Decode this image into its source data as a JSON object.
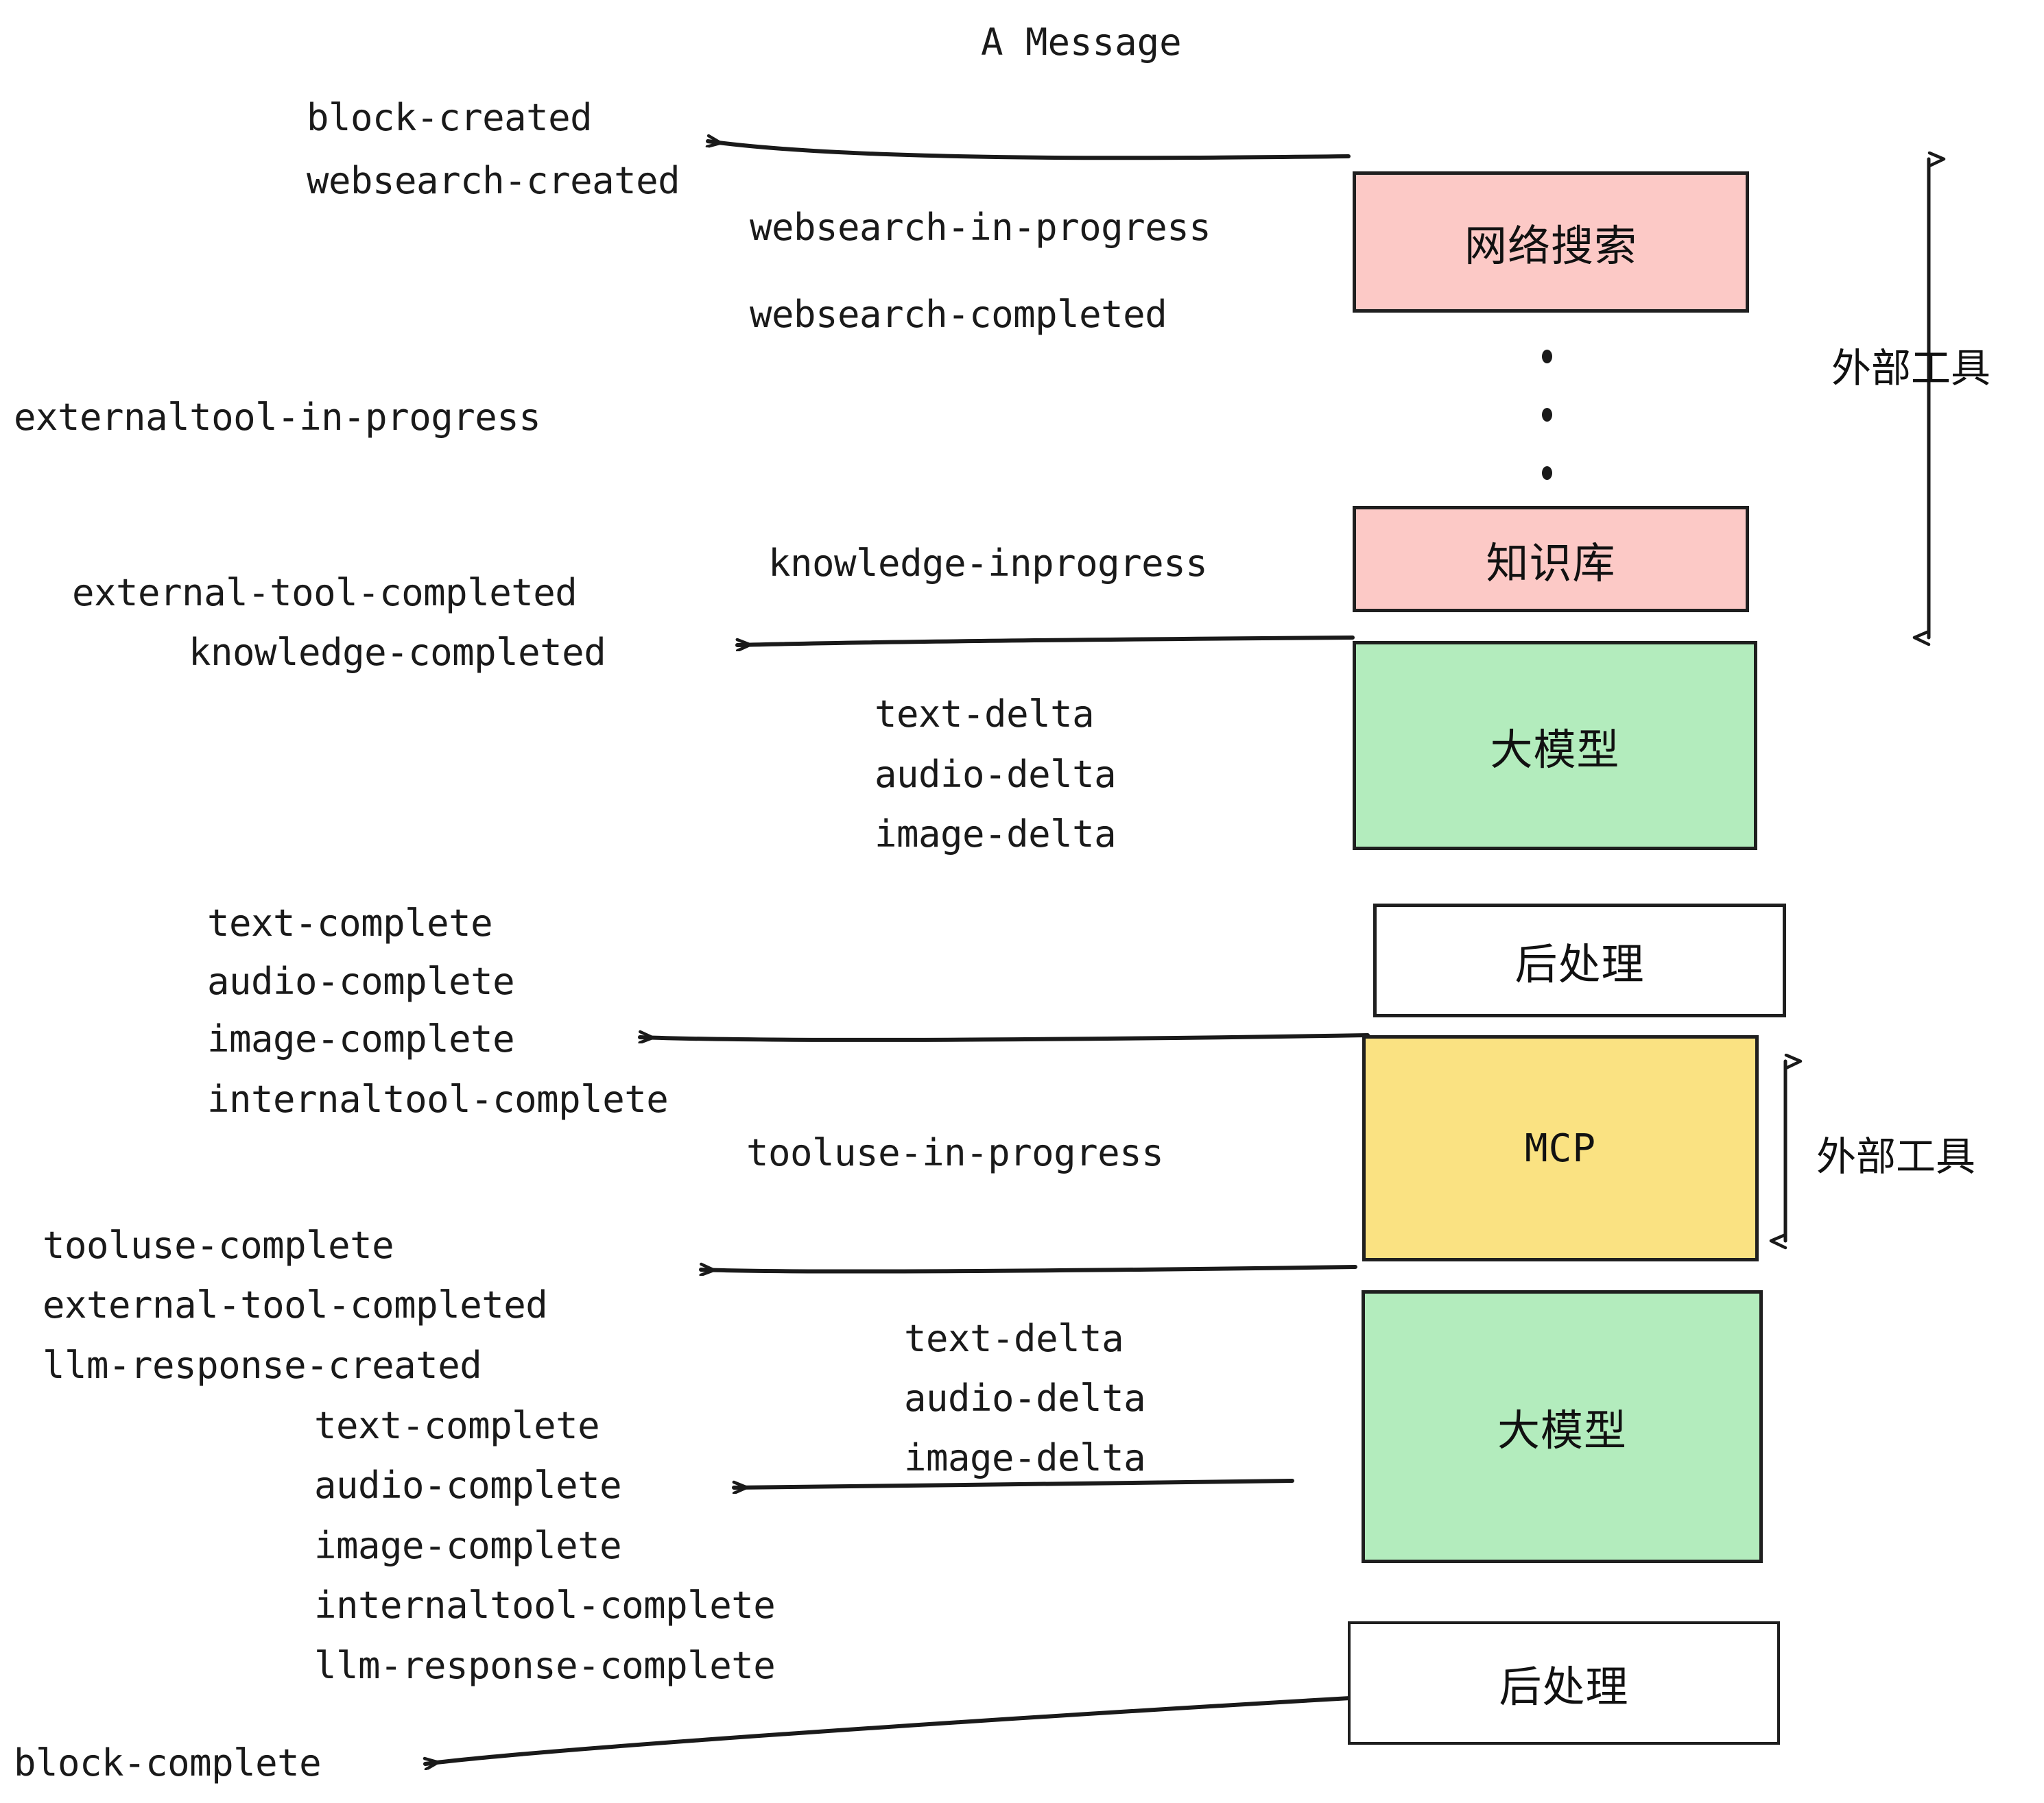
{
  "title": "A Message",
  "colors": {
    "tool_pink": "#fcc9c6",
    "llm_green": "#b3ecbd",
    "mcp_yellow": "#fae282",
    "plain_white": "#ffffff",
    "stroke": "#1f1f1f"
  },
  "nodes": [
    {
      "id": "websearch",
      "label": "网络搜索",
      "fill": "#fcc9c6"
    },
    {
      "id": "knowledge",
      "label": "知识库",
      "fill": "#fcc9c6"
    },
    {
      "id": "llm-top",
      "label": "大模型",
      "fill": "#b3ecbd"
    },
    {
      "id": "postprocess-top",
      "label": "后处理",
      "fill": "#ffffff"
    },
    {
      "id": "mcp",
      "label": "MCP",
      "fill": "#fae282"
    },
    {
      "id": "llm-bottom",
      "label": "大模型",
      "fill": "#b3ecbd"
    },
    {
      "id": "postprocess-bottom",
      "label": "后处理",
      "fill": "#ffffff"
    }
  ],
  "side_labels": [
    {
      "id": "external-tools-top",
      "label": "外部工具"
    },
    {
      "id": "external-tools-bottom",
      "label": "外部工具"
    }
  ],
  "events": [
    {
      "id": "block-created",
      "text": "block-created"
    },
    {
      "id": "websearch-created",
      "text": "websearch-created"
    },
    {
      "id": "websearch-in-progress",
      "text": "websearch-in-progress"
    },
    {
      "id": "websearch-completed",
      "text": "websearch-completed"
    },
    {
      "id": "externaltool-in-progress",
      "text": "externaltool-in-progress"
    },
    {
      "id": "knowledge-inprogress",
      "text": "knowledge-inprogress"
    },
    {
      "id": "external-tool-completed-1",
      "text": "external-tool-completed"
    },
    {
      "id": "knowledge-completed",
      "text": "knowledge-completed"
    },
    {
      "id": "text-delta-1",
      "text": "text-delta"
    },
    {
      "id": "audio-delta-1",
      "text": "audio-delta"
    },
    {
      "id": "image-delta-1",
      "text": "image-delta"
    },
    {
      "id": "text-complete-1",
      "text": "text-complete"
    },
    {
      "id": "audio-complete-1",
      "text": "audio-complete"
    },
    {
      "id": "image-complete-1",
      "text": "image-complete"
    },
    {
      "id": "internaltool-complete-1",
      "text": "internaltool-complete"
    },
    {
      "id": "tooluse-in-progress",
      "text": "tooluse-in-progress"
    },
    {
      "id": "tooluse-complete",
      "text": "tooluse-complete"
    },
    {
      "id": "external-tool-completed-2",
      "text": "external-tool-completed"
    },
    {
      "id": "llm-response-created",
      "text": "llm-response-created"
    },
    {
      "id": "text-delta-2",
      "text": "text-delta"
    },
    {
      "id": "audio-delta-2",
      "text": "audio-delta"
    },
    {
      "id": "image-delta-2",
      "text": "image-delta"
    },
    {
      "id": "text-complete-2",
      "text": "text-complete"
    },
    {
      "id": "audio-complete-2",
      "text": "audio-complete"
    },
    {
      "id": "image-complete-2",
      "text": "image-complete"
    },
    {
      "id": "internaltool-complete-2",
      "text": "internaltool-complete"
    },
    {
      "id": "llm-response-complete",
      "text": "llm-response-complete"
    },
    {
      "id": "block-complete",
      "text": "block-complete"
    }
  ],
  "ellipsis": "⋮"
}
